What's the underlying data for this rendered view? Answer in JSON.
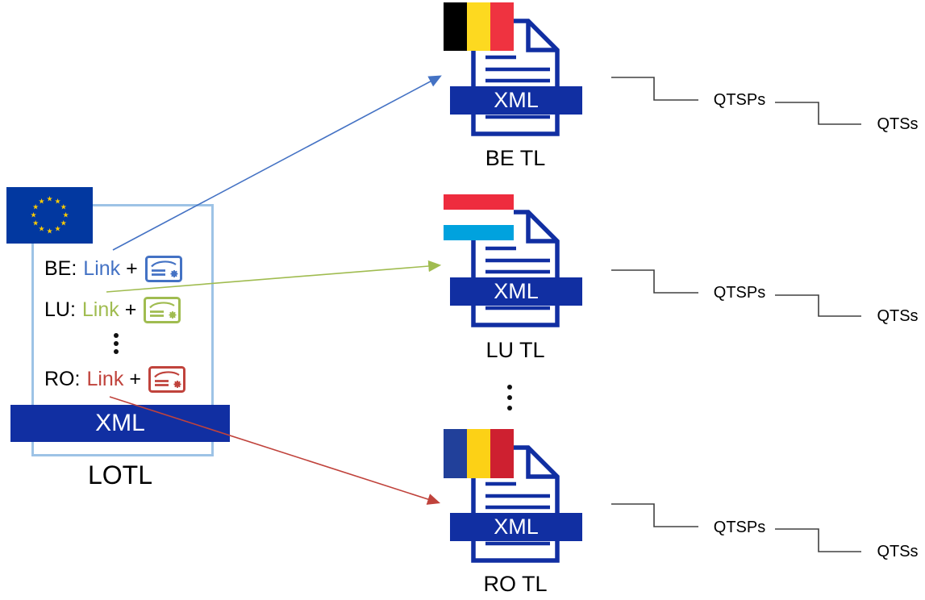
{
  "lotl": {
    "label": "LOTL",
    "banner": "XML",
    "ellipsis": "⋮",
    "entries": [
      {
        "country": "BE:",
        "link_text": "Link",
        "plus": "+",
        "icon": "certificate-icon",
        "accent_color": "#4472C4"
      },
      {
        "country": "LU:",
        "link_text": "Link",
        "plus": "+",
        "icon": "certificate-icon",
        "accent_color": "#A0BC50"
      },
      {
        "country": "RO:",
        "link_text": "Link",
        "plus": "+",
        "icon": "certificate-icon",
        "accent_color": "#C0433C"
      }
    ]
  },
  "trusted_lists": [
    {
      "label": "BE TL",
      "banner": "XML",
      "flag": "belgium-flag"
    },
    {
      "label": "LU TL",
      "banner": "XML",
      "flag": "luxembourg-flag"
    },
    {
      "label": "RO TL",
      "banner": "XML",
      "flag": "romania-flag"
    }
  ],
  "tl_ellipsis": "⋮",
  "cascades": [
    {
      "qtsps": "QTSPs",
      "qtss": "QTSs"
    },
    {
      "qtsps": "QTSPs",
      "qtss": "QTSs"
    },
    {
      "qtsps": "QTSPs",
      "qtss": "QTSs"
    }
  ],
  "colors": {
    "dark_blue": "#112FA2",
    "eu_flag_blue": "#0238A0",
    "star_yellow": "#FFCC00",
    "lotl_box_border": "#9DC3E6",
    "be_accent": "#4472C4",
    "lu_accent": "#A0BC50",
    "ro_accent": "#C0433C",
    "connector_line": "#404040"
  }
}
